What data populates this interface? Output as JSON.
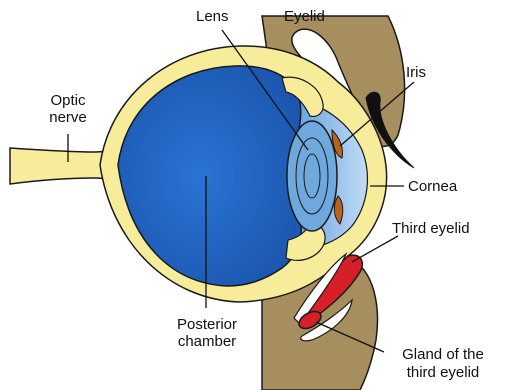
{
  "labels": {
    "lens": "Lens",
    "eyelid": "Eyelid",
    "iris": "Iris",
    "optic_nerve_1": "Optic",
    "optic_nerve_2": "nerve",
    "cornea": "Cornea",
    "third_eyelid": "Third eyelid",
    "posterior_1": "Posterior",
    "posterior_2": "chamber",
    "gland_1": "Gland of the",
    "gland_2": "third eyelid"
  },
  "colors": {
    "background": "#ffffff",
    "outline": "#1a1a1a",
    "sclera": "#f7ec9a",
    "vitreous": "#1f64c4",
    "vitreous_light": "#4f8ed8",
    "cornea_chamber": "#8fbcea",
    "lens": "#6fa8dc",
    "eyelid": "#a68e5e",
    "iris": "#b5651d",
    "third_eyelid": "#d61f26",
    "label_text": "#111111",
    "pointer_line": "#111111"
  }
}
